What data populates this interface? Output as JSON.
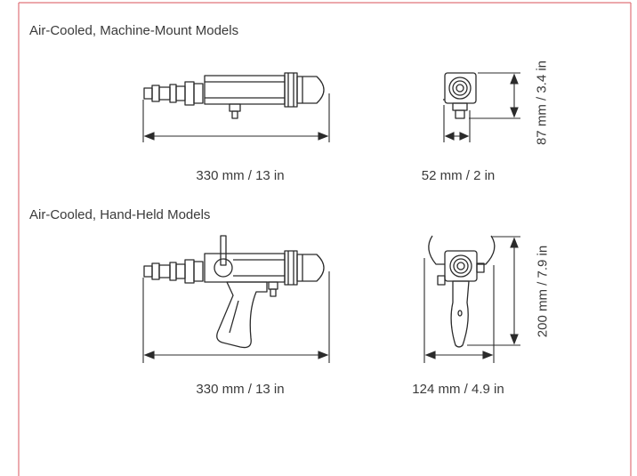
{
  "sections": [
    {
      "heading": "Air-Cooled, Machine-Mount Models",
      "length_label": "330 mm / 13 in",
      "width_label": "52 mm / 2 in",
      "height_label": "87 mm / 3.4 in"
    },
    {
      "heading": "Air-Cooled, Hand-Held Models",
      "length_label": "330 mm / 13 in",
      "width_label": "124 mm / 4.9 in",
      "height_label": "200 mm / 7.9 in"
    }
  ],
  "colors": {
    "border": "#e0737a",
    "line": "#2b2b2b",
    "text": "#3a3a3a"
  }
}
